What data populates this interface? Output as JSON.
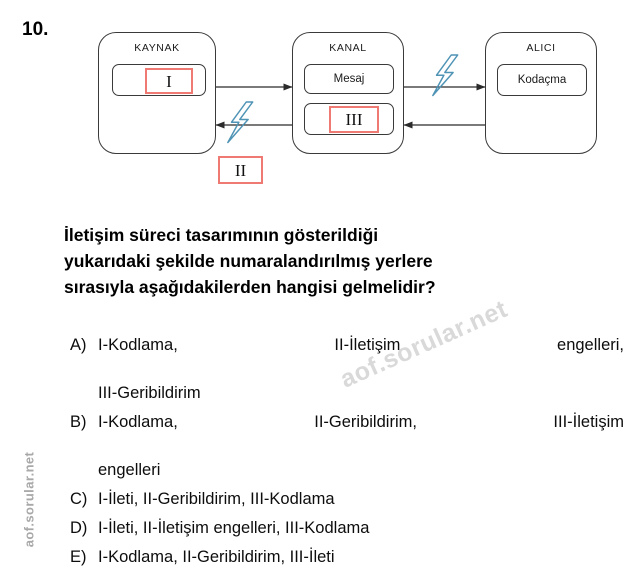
{
  "question": {
    "number": "10.",
    "prompt_lines": [
      "İletişim süreci tasarımının gösterildiği",
      "yukarıdaki şekilde numaralandırılmış yerlere",
      "sırasıyla aşağıdakilerden hangisi gelmelidir?"
    ],
    "options": [
      {
        "letter": "A)",
        "line1": "I-Kodlama, II-İletişim engelleri,",
        "line2": "III-Geribildirim",
        "justify": true
      },
      {
        "letter": "B)",
        "line1": "I-Kodlama, II-Geribildirim, III-İletişim",
        "line2": "engelleri",
        "justify": true
      },
      {
        "letter": "C)",
        "line1": "I-İleti, II-Geribildirim, III-Kodlama",
        "line2": "",
        "justify": false
      },
      {
        "letter": "D)",
        "line1": "I-İleti, II-İletişim engelleri, III-Kodlama",
        "line2": "",
        "justify": false
      },
      {
        "letter": "E)",
        "line1": "I-Kodlama, II-Geribildirim, III-İleti",
        "line2": "",
        "justify": false
      }
    ]
  },
  "diagram": {
    "nodes": [
      {
        "id": "kaynak",
        "title": "KAYNAK"
      },
      {
        "id": "kanal",
        "title": "KANAL"
      },
      {
        "id": "alici",
        "title": "ALICI"
      }
    ],
    "kaynak_slot_label": "I",
    "kanal_message_label": "Mesaj",
    "kanal_slot_label": "III",
    "alici_slot_label": "Kodaçma",
    "noise_slot_label": "II",
    "icons": {
      "noise_top": "lightning-bolt-icon",
      "noise_bottom": "lightning-bolt-icon"
    },
    "colors": {
      "accent_red": "#ef7a74",
      "bolt_blue": "#4f93b5",
      "stroke_gray": "#3a3a3a"
    }
  },
  "watermarks": {
    "side": "aof.sorular.net",
    "diagonal": "aof.sorular.net"
  }
}
